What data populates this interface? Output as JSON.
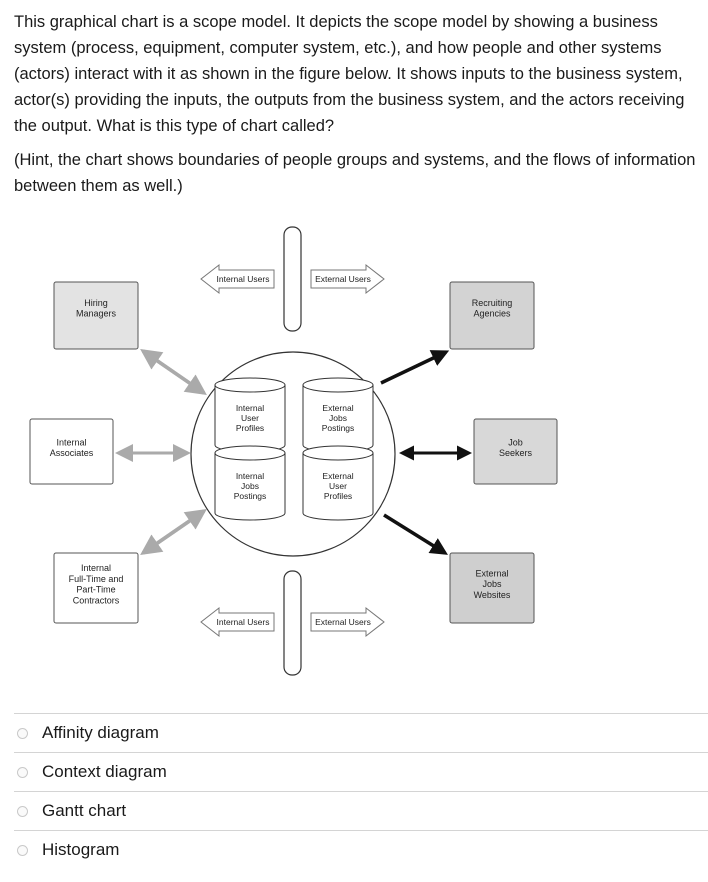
{
  "question": {
    "text": "This graphical chart is a scope model. It depicts the scope model by showing a business system (process, equipment, computer system, etc.), and how people and other systems (actors) interact with it as shown in the figure below. It shows inputs to the business system, actor(s) providing the inputs, the outputs from the business system, and the actors receiving the output. What is this type of chart called?",
    "hint": "(Hint, the chart shows boundaries of people groups and systems, and the flows of information between them as well.)"
  },
  "diagram": {
    "actors_left": [
      {
        "lines": [
          "Hiring",
          "Managers"
        ]
      },
      {
        "lines": [
          "Internal",
          "Associates"
        ]
      },
      {
        "lines": [
          "Internal",
          "Full-Time and",
          "Part-Time",
          "Contractors"
        ]
      }
    ],
    "actors_right": [
      {
        "lines": [
          "Recruiting",
          "Agencies"
        ]
      },
      {
        "lines": [
          "Job",
          "Seekers"
        ]
      },
      {
        "lines": [
          "External",
          "Jobs",
          "Websites"
        ]
      }
    ],
    "databases": [
      {
        "lines": [
          "Internal",
          "User",
          "Profiles"
        ]
      },
      {
        "lines": [
          "External",
          "Jobs",
          "Postings"
        ]
      },
      {
        "lines": [
          "Internal",
          "Jobs",
          "Postings"
        ]
      },
      {
        "lines": [
          "External",
          "User",
          "Profiles"
        ]
      }
    ],
    "flow_labels": {
      "top_left": "Internal Users",
      "top_right": "External Users",
      "bottom_left": "Internal Users",
      "bottom_right": "External Users"
    }
  },
  "options": [
    {
      "label": "Affinity diagram"
    },
    {
      "label": "Context diagram"
    },
    {
      "label": "Gantt chart"
    },
    {
      "label": "Histogram"
    }
  ]
}
